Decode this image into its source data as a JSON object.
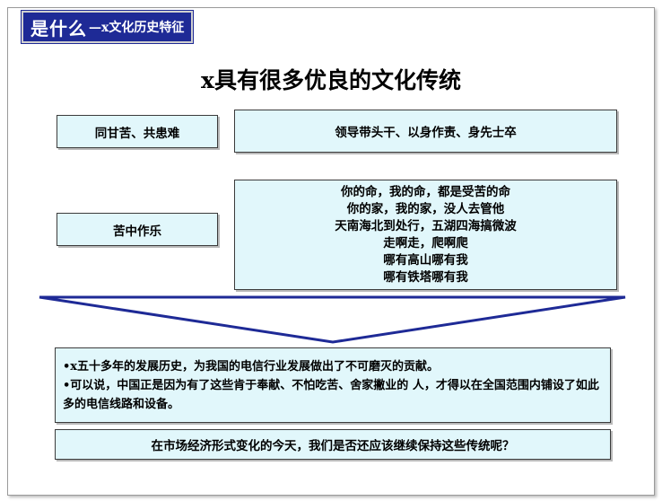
{
  "header_tag": {
    "main": "是什么",
    "sub": "—x文化历史特征"
  },
  "title": "x具有很多优良的文化传统",
  "rows": [
    {
      "label": "同甘苦、共患难",
      "detail": "领导带头干、以身作责、身先士卒"
    },
    {
      "label": "苦中作乐",
      "detail_lines": [
        "你的命，我的命，都是受苦的命",
        "你的家，我的家，没人去管他",
        "天南海北到处行，五湖四海搞微波",
        "走啊走，爬啊爬",
        "哪有高山哪有我",
        "哪有铁塔哪有我"
      ]
    }
  ],
  "summary": {
    "bullets": [
      "•x五十多年的发展历史，为我国的电信行业发展做出了不可磨灭的贡献。",
      "•可以说，中国正是因为有了这些肯于奉献、不怕吃苦、舍家撇业的 人，才得以在全国范围内铺设了如此多的电信线路和设备。"
    ]
  },
  "question": "在市场经济形式变化的今天，我们是否还应该继续保持这些传统呢？",
  "colors": {
    "tag_bg": "#1e2a96",
    "box_bg": "#e1f7fb",
    "arrow": "#1e2a96"
  }
}
